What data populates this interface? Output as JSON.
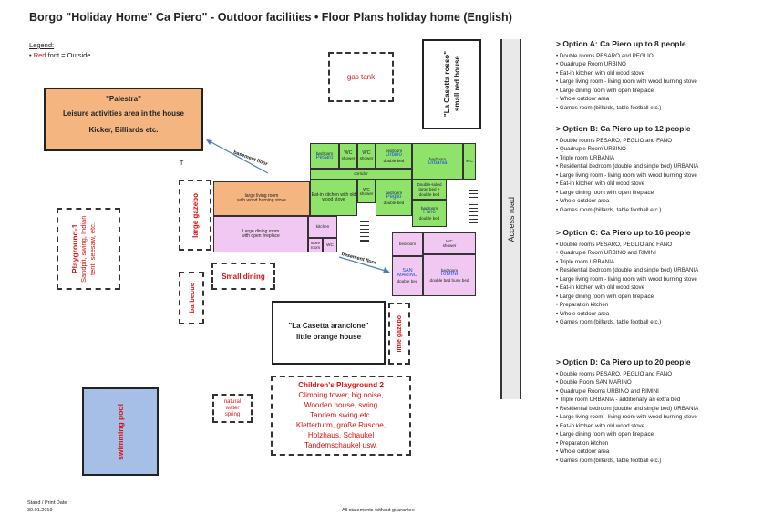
{
  "title": "Borgo \"Holiday Home\" Ca Piero\" - Outdoor facilities • Floor Plans holiday home (English)",
  "legend": {
    "heading": "Legend:",
    "red_word": "Red",
    "rest": " font = Outside"
  },
  "colors": {
    "green": "#8fe36a",
    "pink": "#f1c8f1",
    "orange": "#f5b580",
    "pool": "#a6bfe6",
    "red": "#d11",
    "blue": "#1e4fd8"
  },
  "palestra": {
    "name": "\"Palestra\"",
    "line1": "Leisure activities area in the house",
    "line2": "Kicker, Billiards etc."
  },
  "gas_tank": "gas tank",
  "casetta_rosso": {
    "line1": "\"La Casetta rosso\"",
    "line2": "small red house"
  },
  "access_road": "Access road",
  "basement_floor": "basement floor",
  "t_mark": "T",
  "large_gazebo": "large gazebo",
  "playground1": {
    "title": "Playground-1",
    "text": "Sandpit, swing, Indian tent, seesaw, etc."
  },
  "small_dining": "Small dining",
  "barbecue": "barbecue",
  "casetta_arancione": {
    "line1": "\"La Casetta arancione\"",
    "line2": "little orange house"
  },
  "little_gazebo": "little gazebo",
  "swimming_pool": "swimming pool",
  "natural_spring": "natural water spring",
  "playground2": {
    "title": "Children's Playground 2",
    "lines": [
      "Climbing tower, big noise,",
      "Wooden house, swing",
      "Tandem swing etc.",
      "Kletterturm, große Rusche,",
      "Holzhaus, Schaukel",
      "Tandemschaukel usw."
    ]
  },
  "rooms": {
    "pesaro": {
      "small": "bedroom",
      "name": "Pesaro"
    },
    "wc1": {
      "name": "WC",
      "small": "shower"
    },
    "wc2": {
      "name": "WC",
      "small": "shower"
    },
    "urbino": {
      "small": "bedroom",
      "name": "Urbino",
      "extra": "double bed"
    },
    "urbania": {
      "small": "bedroom",
      "name": "Urbania"
    },
    "wc3": {
      "name": "WC"
    },
    "corridor": "corridor",
    "large_living": {
      "line1": "large living room",
      "line2": "with wood burning stove"
    },
    "eat_in": {
      "line1": "Eat-in kitchen with old",
      "line2": "wood stove"
    },
    "wc4": {
      "name": "WC",
      "small": "shower"
    },
    "peglio": {
      "small": "bedroom",
      "name": "Peglio",
      "extra": "double bed"
    },
    "res_bed": {
      "line1": "Double-sided",
      "line2": "large bed +",
      "line3": "double bed"
    },
    "fano": {
      "small": "bedroom",
      "name": "Fano",
      "extra": "double bed"
    },
    "large_dining": {
      "line1": "Large dining room",
      "line2": "with open fireplace"
    },
    "kitchen": "kitchen",
    "store": "store room",
    "wc5": "WC",
    "san_marino": {
      "small": "bedroom",
      "name": "SAN MARINO",
      "extra": "double bed"
    },
    "wc6": {
      "name": "WC",
      "small": "shower"
    },
    "rimini": {
      "small": "bedroom",
      "name": "RIMINI",
      "extra": "double bed bunk bed"
    }
  },
  "options": [
    {
      "heading": "> Option A: Ca Piero up to 8 people",
      "items": [
        "Double rooms PESARO and PEGLIO",
        "Quadruple Room URBINO",
        "Eat-in kitchen with old wood stove",
        "Large living room - living room with wood burning stove",
        "Large dining room with open fireplace",
        "Whole outdoor area",
        "Games room (billards, table football etc.)"
      ]
    },
    {
      "heading": "> Option B: Ca Piero up to 12 people",
      "items": [
        "Double rooms PESARO, PEGLIO and FANO",
        "Quadruple Room URBINO",
        "Triple room URBANIA",
        "Residential bedroom (double and single bed) URBANIA",
        "Large living room - living room with wood burning stove",
        "Eat-in kitchen with old wood stove",
        "Large dining room with open fireplace",
        "Whole outdoor area",
        "Games room (billards, table football etc.)"
      ]
    },
    {
      "heading": "> Option C: Ca Piero up to 16 people",
      "items": [
        "Double rooms PESARO, PEGLIO and FANO",
        "Quadruple Room URBINO and RIMINI",
        "Triple room URBANIA",
        "Residential bedroom (double and single bed) URBANIA",
        "Large living room - living room with wood burning stove",
        "Eat-in kitchen with old wood stove",
        "Large dining room with open fireplace",
        "Preparation kitchen",
        "Whole outdoor area",
        "Games room (billards, table football etc.)"
      ]
    },
    {
      "heading": "> Option D: Ca Piero up to 20 people",
      "items": [
        "Double rooms PESARO, PEGLIO and FANO",
        "Double Room SAN MARINO",
        "Quadruple Rooms URBINO and RIMINI",
        "Triple room URBANIA - additionally an extra bed",
        "Residential bedroom (double and single bed) URBANIA",
        "Large living room - living room with wood burning stove",
        "Eat-in kitchen with old wood stove",
        "Large dining room with open fireplace",
        "Preparation kitchen",
        "Whole outdoor area",
        "Games room (billards, table football etc.)"
      ]
    }
  ],
  "footer": {
    "stand": "Stand / Print Date",
    "date": "30.01.2019",
    "disclaimer": "All statements without guarantee"
  }
}
